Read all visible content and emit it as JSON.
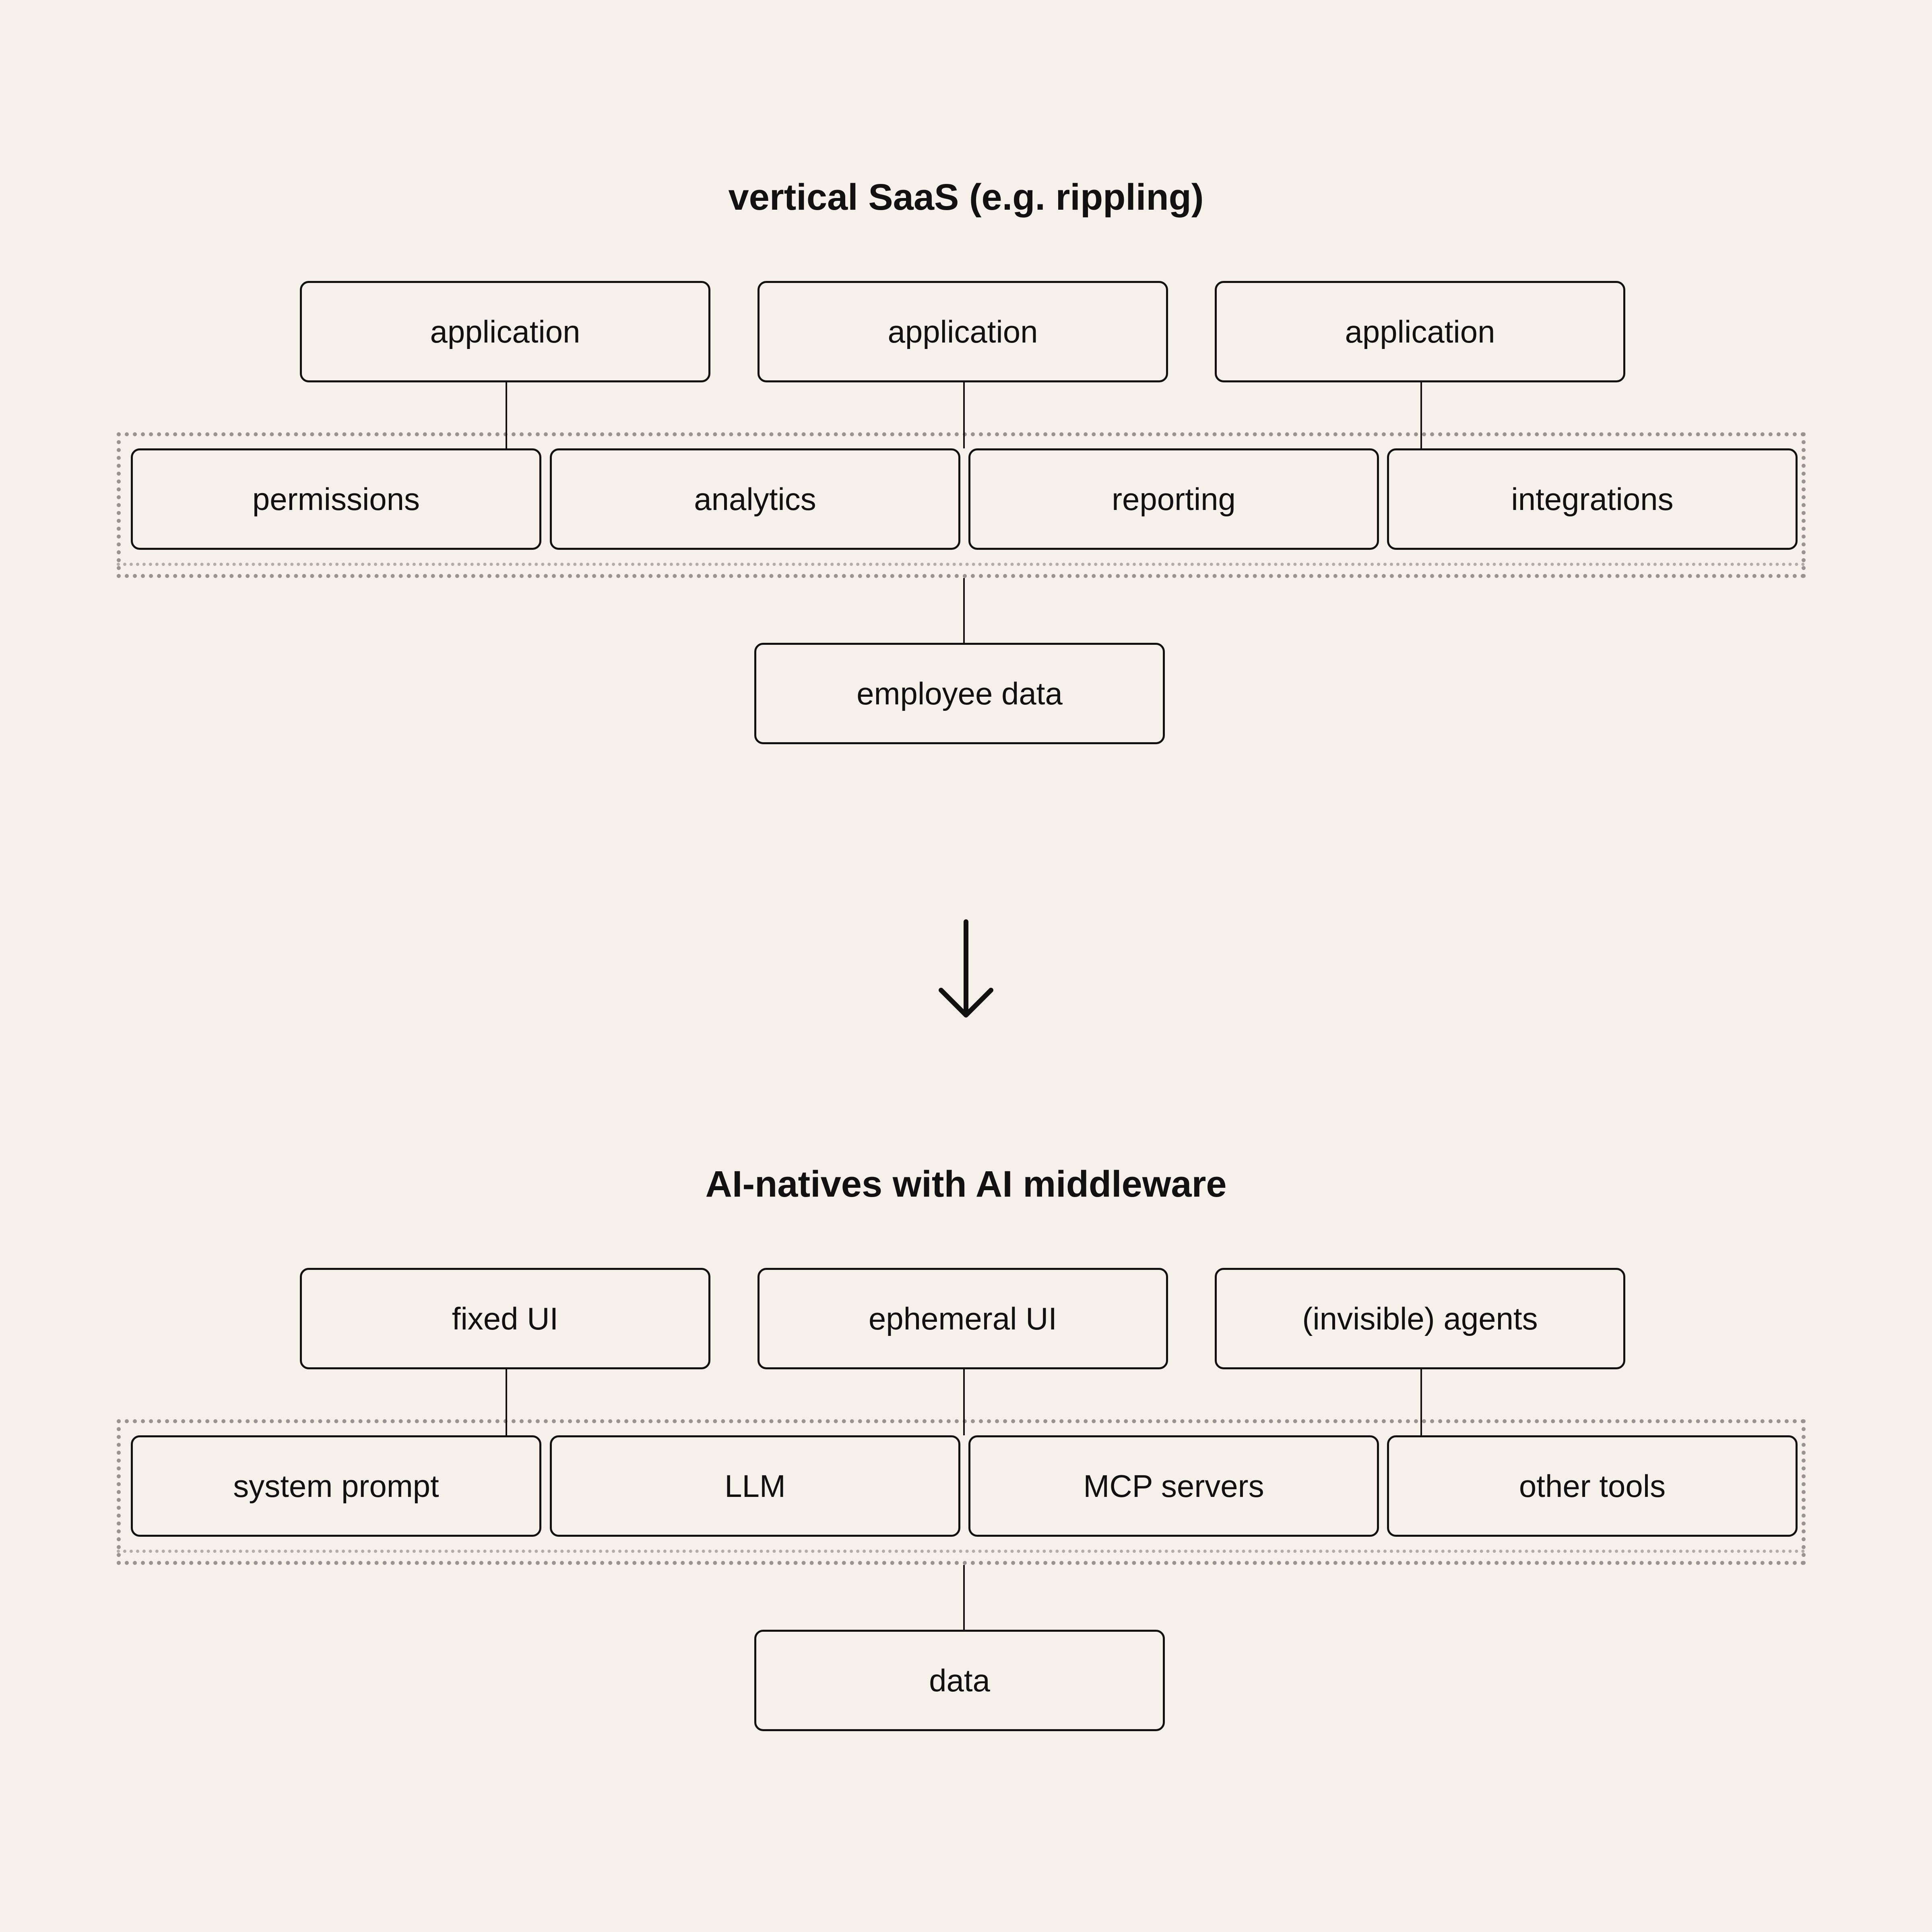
{
  "top_section": {
    "title": "vertical SaaS (e.g. rippling)",
    "top_row": [
      "application",
      "application",
      "application"
    ],
    "middle_row": [
      "permissions",
      "analytics",
      "reporting",
      "integrations"
    ],
    "bottom": "employee data"
  },
  "bottom_section": {
    "title": "AI-natives with AI middleware",
    "top_row": [
      "fixed UI",
      "ephemeral UI",
      "(invisible) agents"
    ],
    "middle_row": [
      "system prompt",
      "LLM",
      "MCP servers",
      "other tools"
    ],
    "bottom": "data"
  },
  "icons": {
    "transition_arrow": "arrow-down-icon"
  },
  "colors": {
    "background": "#f6f0eb",
    "stroke": "#111111",
    "dots": "#9a9490"
  }
}
